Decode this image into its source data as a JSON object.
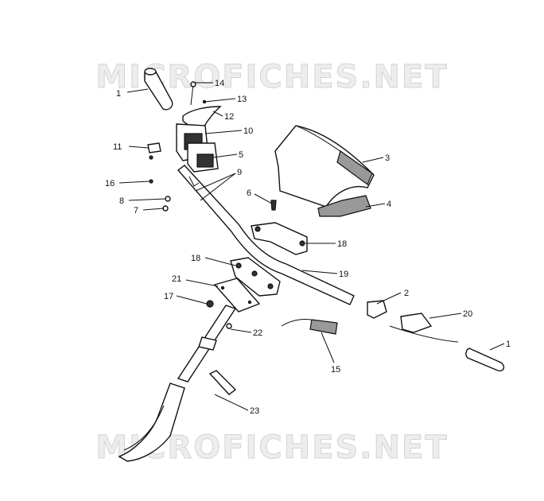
{
  "watermark": {
    "top": "MICROFICHES.NET",
    "bottom": "MICROFICHES.NET"
  },
  "callouts": [
    {
      "id": "1a",
      "label": "1"
    },
    {
      "id": "14",
      "label": "14"
    },
    {
      "id": "13",
      "label": "13"
    },
    {
      "id": "12",
      "label": "12"
    },
    {
      "id": "10",
      "label": "10"
    },
    {
      "id": "11",
      "label": "11"
    },
    {
      "id": "5",
      "label": "5"
    },
    {
      "id": "9",
      "label": "9"
    },
    {
      "id": "16",
      "label": "16"
    },
    {
      "id": "8",
      "label": "8"
    },
    {
      "id": "7",
      "label": "7"
    },
    {
      "id": "3",
      "label": "3"
    },
    {
      "id": "4",
      "label": "4"
    },
    {
      "id": "6",
      "label": "6"
    },
    {
      "id": "18a",
      "label": "18"
    },
    {
      "id": "18b",
      "label": "18"
    },
    {
      "id": "19",
      "label": "19"
    },
    {
      "id": "21",
      "label": "21"
    },
    {
      "id": "17",
      "label": "17"
    },
    {
      "id": "2",
      "label": "2"
    },
    {
      "id": "20",
      "label": "20"
    },
    {
      "id": "1b",
      "label": "1"
    },
    {
      "id": "22",
      "label": "22"
    },
    {
      "id": "15",
      "label": "15"
    },
    {
      "id": "23",
      "label": "23"
    }
  ]
}
